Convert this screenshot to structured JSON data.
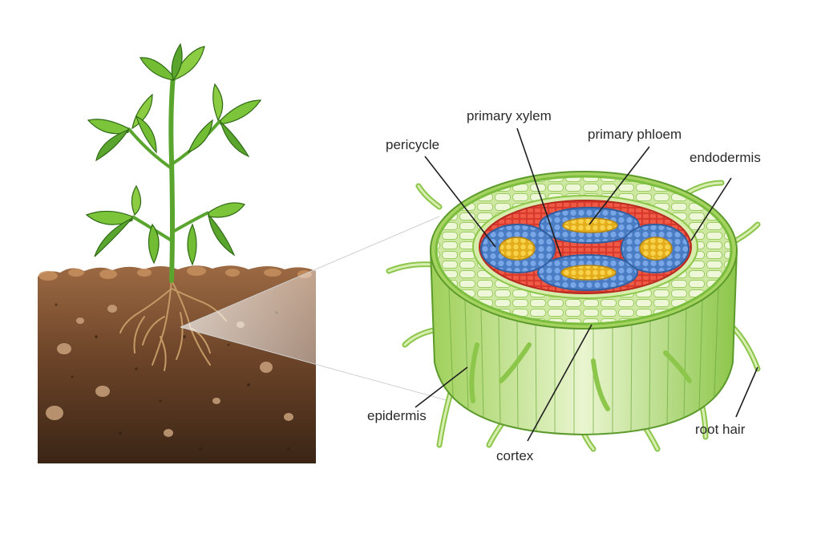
{
  "diagram": {
    "colors": {
      "background": "#ffffff",
      "soil_top": "#a8734a",
      "soil_bottom": "#3a2515",
      "root": "#b58a5a",
      "leaf": "#7cc43a",
      "leaf_dark": "#3f7f1e",
      "stem": "#6bb83a",
      "epidermis": "#b7db7a",
      "cortex_cell": "#e4f2c4",
      "pericycle": "#e8473a",
      "xylem": "#f2c230",
      "phloem": "#5b8fd6",
      "label_text": "#2a2a2a",
      "leader_line": "#1f1f1f"
    },
    "labels": {
      "primary_xylem": "primary xylem",
      "primary_phloem": "primary phloem",
      "pericycle": "pericycle",
      "endodermis": "endodermis",
      "epidermis": "epidermis",
      "cortex": "cortex",
      "root_hair": "root hair"
    }
  }
}
